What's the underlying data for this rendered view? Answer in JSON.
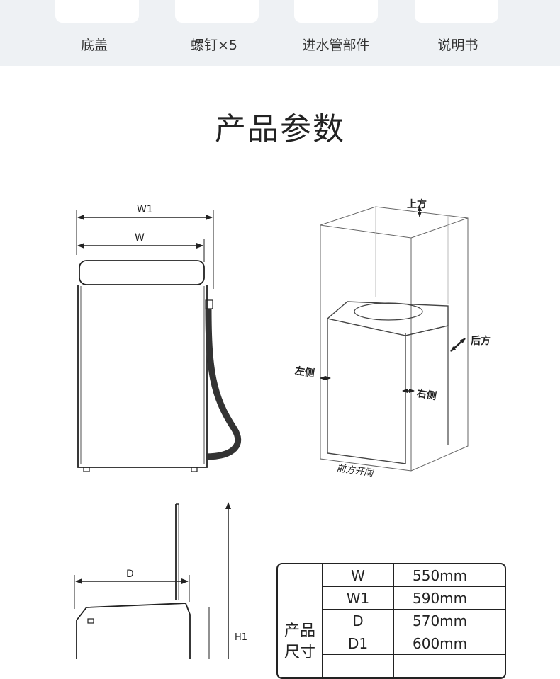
{
  "accessories": [
    {
      "label": "底盖",
      "icon": "bottom-cover-icon"
    },
    {
      "label": "螺钉×5",
      "icon": "screws-icon"
    },
    {
      "label": "进水管部件",
      "icon": "inlet-hose-icon"
    },
    {
      "label": "说明书",
      "icon": "manual-icon"
    }
  ],
  "section_title": "产品参数",
  "front_view": {
    "w1_label": "W1",
    "w_label": "W"
  },
  "clearance_view": {
    "top": "上方",
    "back": "后方",
    "left": "左侧",
    "right": "右侧",
    "front": "前方开阔"
  },
  "side_view": {
    "d_label": "D",
    "h1_label": "H1"
  },
  "spec_table": {
    "category": "产品尺寸",
    "rows": [
      {
        "key": "W",
        "value": "550mm"
      },
      {
        "key": "W1",
        "value": "590mm"
      },
      {
        "key": "D",
        "value": "570mm"
      },
      {
        "key": "D1",
        "value": "600mm"
      },
      {
        "key": "",
        "value": ""
      }
    ]
  },
  "colors": {
    "band": "#eef1f4",
    "line": "#222222",
    "hose": "#333333"
  }
}
